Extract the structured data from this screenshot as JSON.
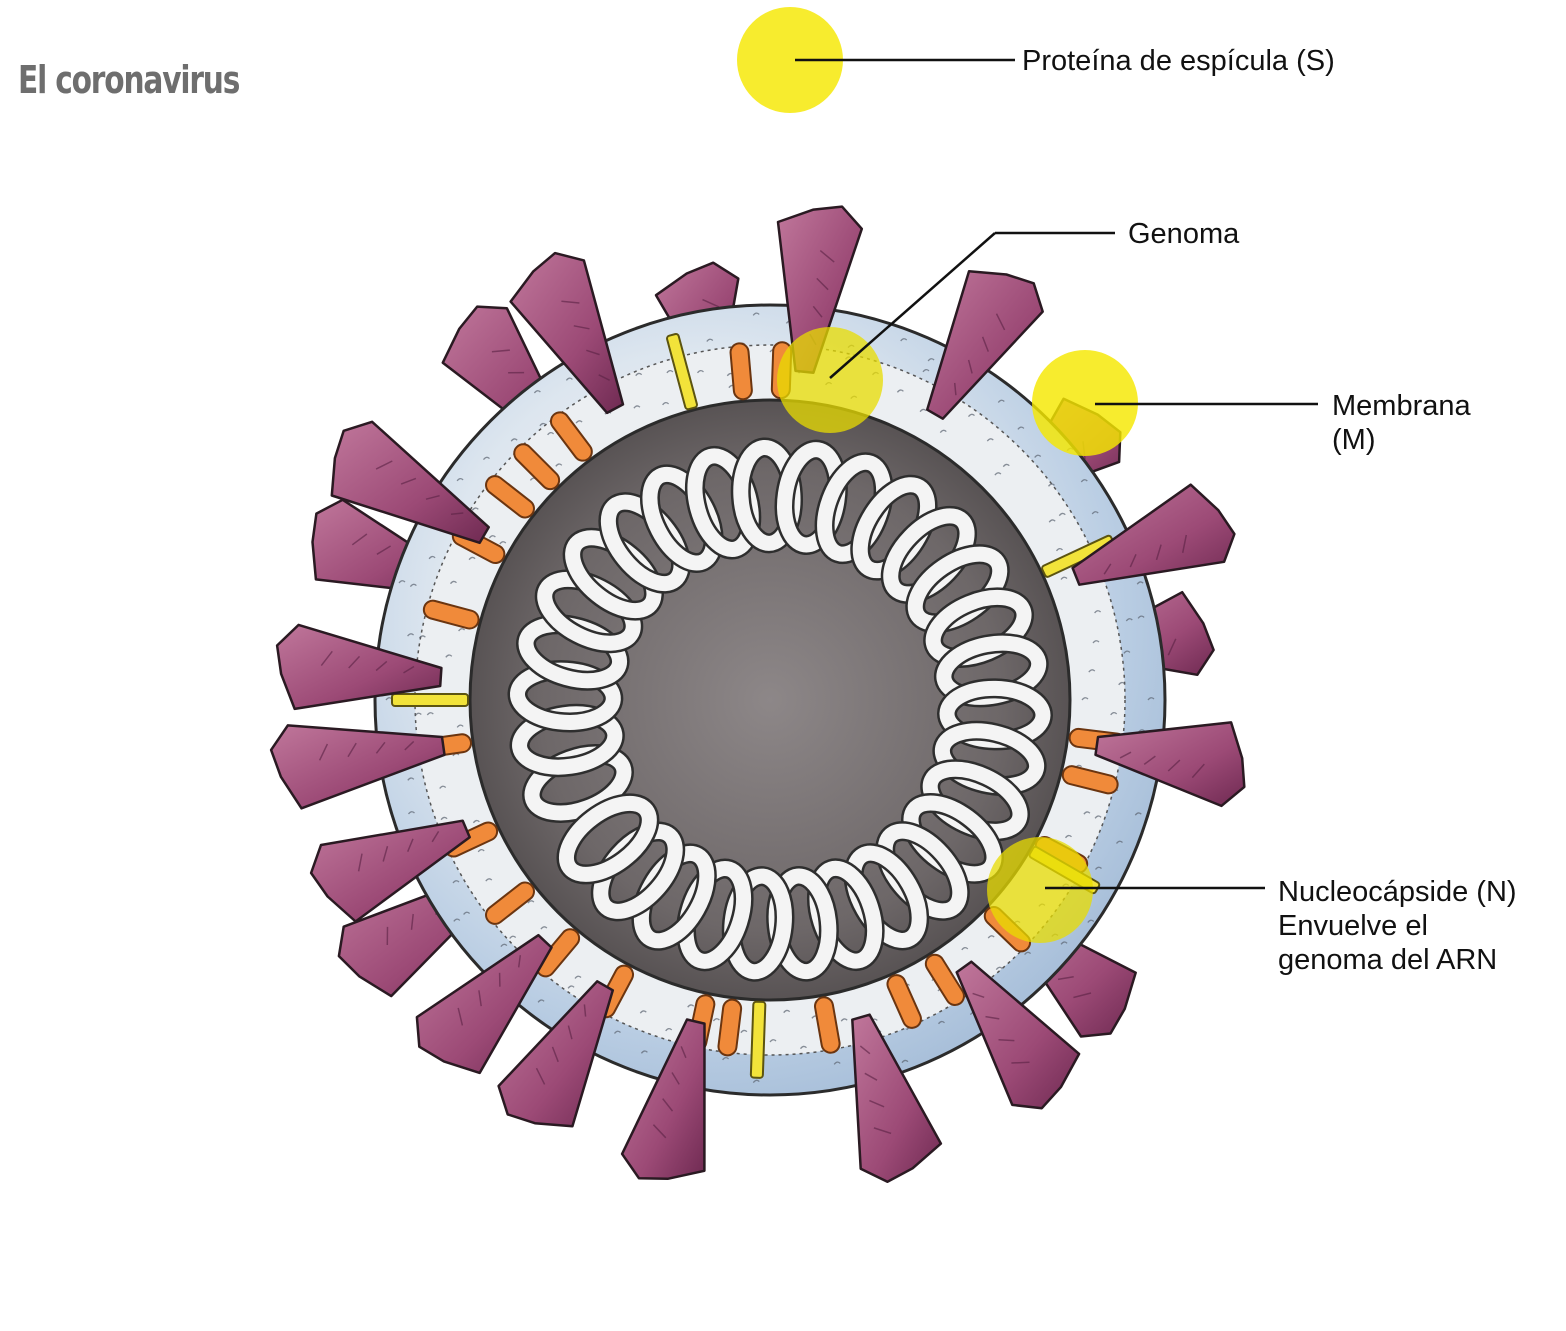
{
  "title": "El coronavirus",
  "labels": {
    "spike": "Proteína de espícula (S)",
    "genome": "Genoma",
    "membrane": [
      "Membrana",
      "(M)"
    ],
    "nucleocapsid": [
      "Nucleocápside (N)",
      "Envuelve el",
      "genoma del ARN"
    ]
  },
  "colors": {
    "spike": "#9c4a76",
    "envelope": "#c9d8ea",
    "interior": "#6f6a6b",
    "rna_coil": "#f4f4f4",
    "orange_protein": "#f08a3a",
    "yellow_protein": "#f2e33a",
    "highlight": "#f5e800"
  }
}
